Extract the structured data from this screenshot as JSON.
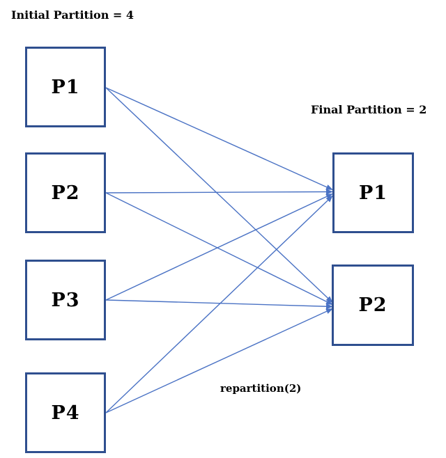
{
  "initial_title": "Initial Partition = 4",
  "final_title": "Final Partition = 2",
  "operation_label": "repartition(2)",
  "source_partitions": [
    "P1",
    "P2",
    "P3",
    "P4"
  ],
  "target_partitions": [
    "P1",
    "P2"
  ],
  "connections": [
    {
      "from": "P1",
      "to": "P1"
    },
    {
      "from": "P1",
      "to": "P2"
    },
    {
      "from": "P2",
      "to": "P1"
    },
    {
      "from": "P2",
      "to": "P2"
    },
    {
      "from": "P3",
      "to": "P1"
    },
    {
      "from": "P3",
      "to": "P2"
    },
    {
      "from": "P4",
      "to": "P1"
    },
    {
      "from": "P4",
      "to": "P2"
    }
  ],
  "colors": {
    "box_border": "#2f4f8f",
    "arrow": "#4a72c4"
  }
}
